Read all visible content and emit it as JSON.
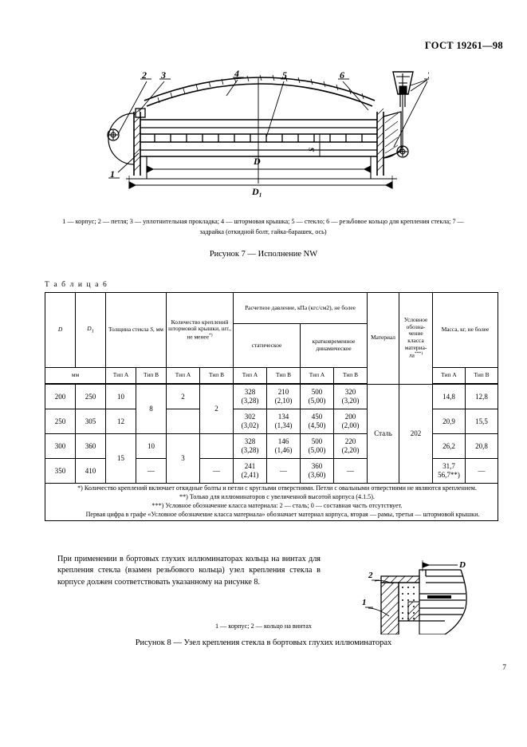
{
  "header": {
    "standard": "ГОСТ 19261—98"
  },
  "figure7": {
    "callouts": [
      "1",
      "2",
      "3",
      "4",
      "5",
      "6",
      "7"
    ],
    "dimensions": {
      "d": "D",
      "d1": "D",
      "d1_sub": "1",
      "thickness": "S"
    },
    "legend": "1 — корпус; 2 — петля;  3 — уплотнительная прокладка; 4 — штормовая крышка; 5 — стекло; 6 — резьбовое кольцо для крепления стекла; 7 — задрайка (откидной болт, гайка-барашек, ось)",
    "caption": "Рисунок 7 — Исполнение NW"
  },
  "table": {
    "label": "Т а б л и ц а 6",
    "headers": {
      "d": "D",
      "d_sub": "",
      "d1": "D",
      "d1_sub": "1",
      "thickness": "Толщина стекла S, мм",
      "thickness_pre": "Толщина стекла ",
      "thickness_it": "S",
      "thickness_post": ", мм",
      "fasteners": "Количество креплений штормовой крышки, шт., не менее",
      "fasteners_note": "*)",
      "pressure": "Расчетное давление, кПа (кгс/см2), не более",
      "pressure_static": "статическое",
      "pressure_dynamic": "кратковременное динамическое",
      "material": "Мате­риал",
      "class_code": "Услов­ное обозна­чение класса мате­риа­ла",
      "class_code_note": "***)",
      "mass": "Масса, кг, не более",
      "unit_mm": "мм",
      "type_a": "Тип А",
      "type_b": "Тип В"
    },
    "rows": [
      {
        "d": "200",
        "d1": "250",
        "thickness_a": "10",
        "thickness_b": "8",
        "fast_a": "2",
        "fast_b": "2",
        "stat_a": "328 (3,28)",
        "stat_a_1": "328",
        "stat_a_2": "(3,28)",
        "stat_b": "210 (2,10)",
        "stat_b_1": "210",
        "stat_b_2": "(2,10)",
        "dyn_a": "500 (5,00)",
        "dyn_a_1": "500",
        "dyn_a_2": "(5,00)",
        "dyn_b": "320 (3,20)",
        "dyn_b_1": "320",
        "dyn_b_2": "(3,20)",
        "material": "Сталь",
        "class_code": "202",
        "mass_a": "14,8",
        "mass_b": "12,8"
      },
      {
        "d": "250",
        "d1": "305",
        "thickness_a": "12",
        "thickness_b": "",
        "fast_a": "",
        "fast_b": "",
        "stat_a_1": "302",
        "stat_a_2": "(3,02)",
        "stat_b_1": "134",
        "stat_b_2": "(1,34)",
        "dyn_a_1": "450",
        "dyn_a_2": "(4,50)",
        "dyn_b_1": "200",
        "dyn_b_2": "(2,00)",
        "mass_a": "20,9",
        "mass_b": "15,5"
      },
      {
        "d": "300",
        "d1": "360",
        "thickness_a": "15",
        "thickness_b": "10",
        "fast_a": "3",
        "fast_b": "",
        "stat_a_1": "328",
        "stat_a_2": "(3,28)",
        "stat_b_1": "146",
        "stat_b_2": "(1,46)",
        "dyn_a_1": "500",
        "dyn_a_2": "(5,00)",
        "dyn_b_1": "220",
        "dyn_b_2": "(2,20)",
        "mass_a": "26,2",
        "mass_b": "20,8"
      },
      {
        "d": "350",
        "d1": "410",
        "thickness_a": "",
        "thickness_b": "—",
        "fast_a": "",
        "fast_b": "—",
        "stat_a_1": "241",
        "stat_a_2": "(2,41)",
        "stat_b_1": "—",
        "stat_b_2": "",
        "dyn_a_1": "360",
        "dyn_a_2": "(3,60)",
        "dyn_b_1": "—",
        "dyn_b_2": "",
        "mass_a_1": "31,7",
        "mass_a_2": "56,7**)",
        "mass_b": "—"
      }
    ],
    "notes": [
      "*)  Количество креплений включает откидные болты и петли с круглыми отверстиями. Петли с овальными отверстиями не являются креплением.",
      "**)  Только для иллюминаторов с увеличенной высотой корпуса (4.1.5).",
      "***)  Условное обозначение класса материала: 2 — сталь; 0 — составная часть отсутствует.",
      "Первая цифра в графе «Условное обозначение класса материала» обозначает материал корпуса, вторая — рамы, третья — штормовой крышки."
    ]
  },
  "body": {
    "paragraph": "При применении в бортовых глухих иллюминаторах кольца на винтах для крепления стекла (взамен резьбового кольца) узел крепления стекла в корпусе должен соответствовать указанному на рисунке 8."
  },
  "figure8": {
    "callouts": [
      "1",
      "2"
    ],
    "dimension": "D",
    "legend": "1 — корпус; 2 — кольцо на винтах",
    "caption": "Рисунок 8 — Узел крепления стекла в бортовых глухих иллюминаторах"
  },
  "footer": {
    "page": "7"
  }
}
